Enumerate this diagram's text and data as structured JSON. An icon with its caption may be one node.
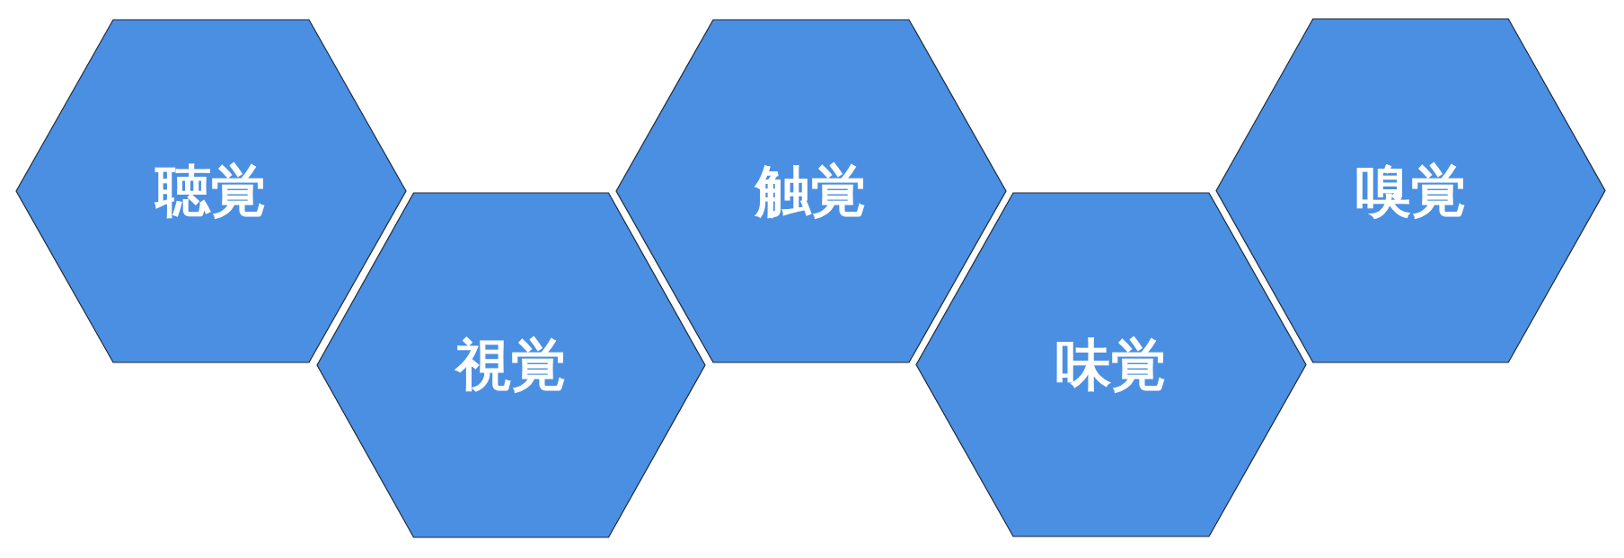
{
  "diagram": {
    "nodes": [
      {
        "text": [
          "聴覚"
        ]
      },
      {
        "text": [
          "視覚"
        ]
      },
      {
        "text": [
          "触覚"
        ]
      },
      {
        "text": [
          "味覚"
        ]
      },
      {
        "text": [
          "嗅覚"
        ]
      }
    ]
  }
}
